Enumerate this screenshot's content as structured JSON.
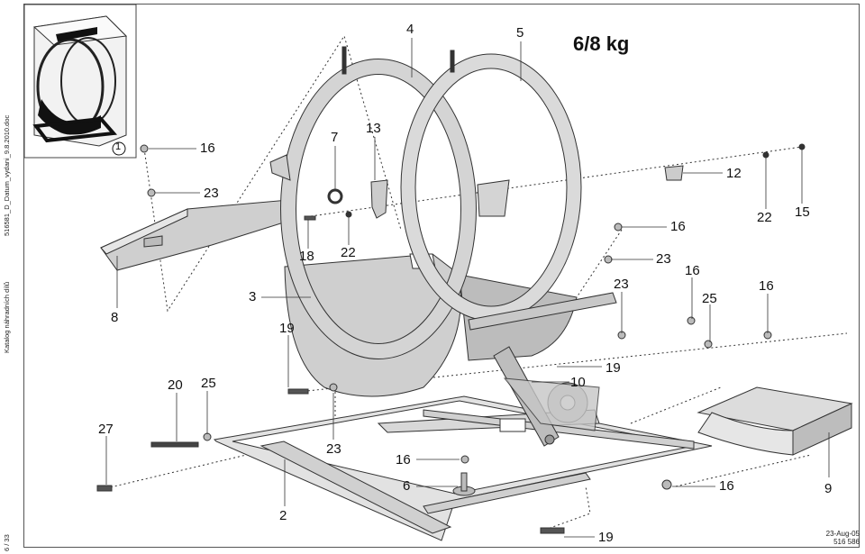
{
  "side_labels": {
    "doc": "516581_D_Datum_vydani_9.8.2010.doc",
    "catalog": "Katalog náhradních dílů",
    "page": "6 / 33"
  },
  "title": "6/8 kg",
  "inset_badge": "1",
  "date": "23-Aug-05",
  "doc_number": "516 586",
  "callouts": {
    "c4": "4",
    "c5": "5",
    "c7": "7",
    "c13": "13",
    "c16a": "16",
    "c23a": "23",
    "c12": "12",
    "c22a": "22",
    "c15": "15",
    "c18": "18",
    "c22b": "22",
    "c16b": "16",
    "c23b": "23",
    "c16c": "16",
    "c8": "8",
    "c3": "3",
    "c23c": "23",
    "c25a": "25",
    "c16d": "16",
    "c19a": "19",
    "c19b": "19",
    "c10": "10",
    "c20": "20",
    "c25b": "25",
    "c27": "27",
    "c23d": "23",
    "c16e": "16",
    "c6": "6",
    "c16f": "16",
    "c9": "9",
    "c2": "2",
    "c19c": "19"
  }
}
